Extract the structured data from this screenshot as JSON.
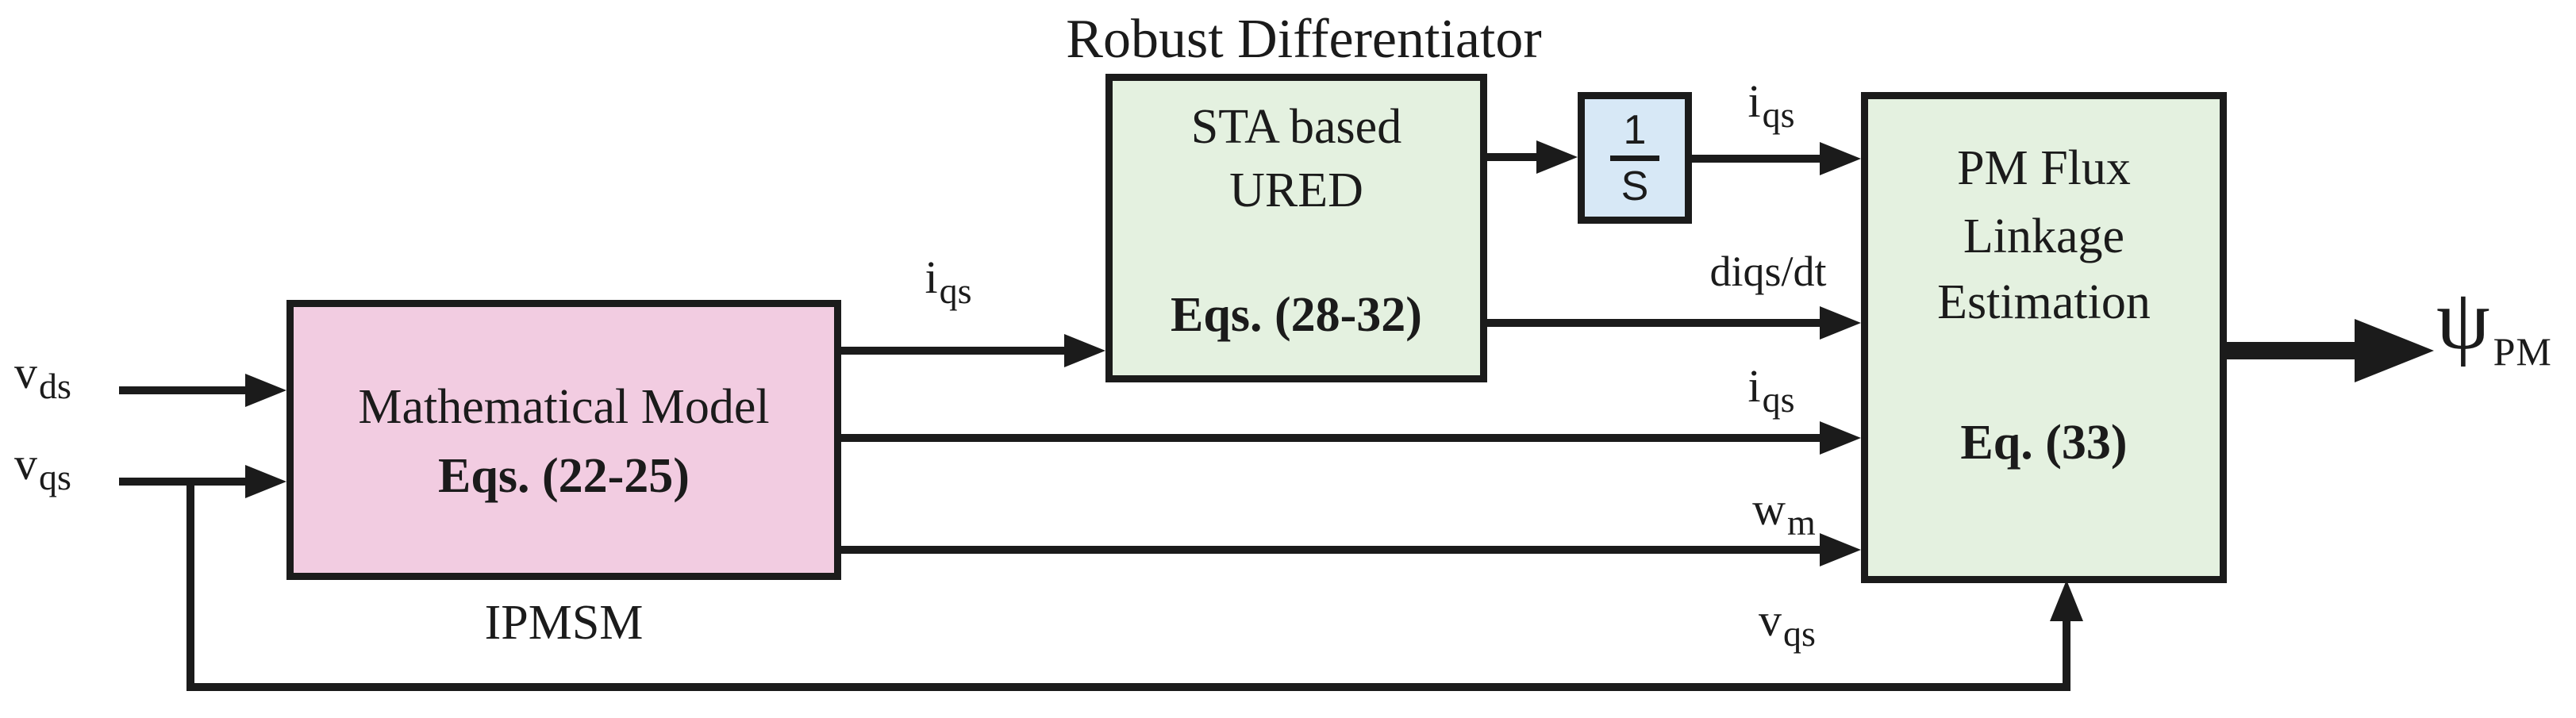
{
  "diagram": {
    "title": "Robust Differentiator",
    "colors": {
      "pink": "#f2cce1",
      "green": "#e4f1e0",
      "blue": "#d7e8f6",
      "ink": "#1b1b1b"
    },
    "blocks": {
      "math_model": {
        "title": "Mathematical Model",
        "eqs": "Eqs. (22-25)",
        "caption": "IPMSM"
      },
      "sta_ured": {
        "line1": "STA based",
        "line2": "URED",
        "eqs": "Eqs. (28-32)"
      },
      "integrator": {
        "numerator": "1",
        "denominator": "S"
      },
      "pm_flux": {
        "line1": "PM Flux",
        "line2": "Linkage",
        "line3": "Estimation",
        "eqs": "Eq. (33)"
      }
    },
    "signals": {
      "v_ds": {
        "base": "v",
        "sub": "ds"
      },
      "v_qs": {
        "base": "v",
        "sub": "qs"
      },
      "i_qs_model_to_sta": {
        "base": "i",
        "sub": "qs"
      },
      "i_qs_integrated": {
        "base": "i",
        "sub": "qs"
      },
      "di_qs_dt": {
        "text": "diqs/dt"
      },
      "i_qs_direct": {
        "base": "i",
        "sub": "qs"
      },
      "w_m": {
        "base": "w",
        "sub": "m"
      },
      "v_qs_feedback": {
        "base": "v",
        "sub": "qs"
      },
      "psi_pm": {
        "base": "ψ",
        "sub": "PM"
      }
    }
  }
}
